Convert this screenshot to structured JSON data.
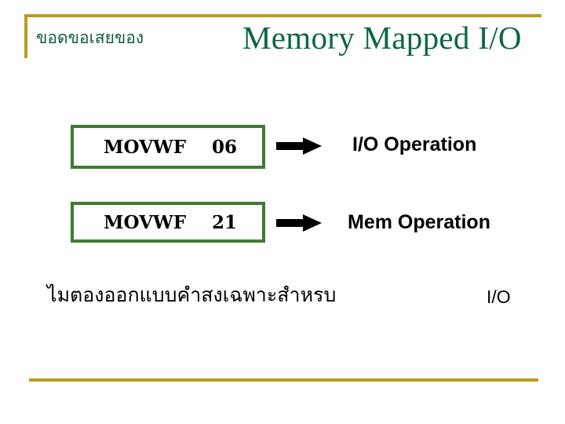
{
  "slide": {
    "header": {
      "thai_subtitle": "ขอดขอเสยของ",
      "title": "Memory Mapped I/O",
      "title_color": "#0d6647",
      "rule_color": "#bd9b22"
    },
    "diagram": {
      "box_border_color": "#3f7a33",
      "arrow_color": "#000000",
      "rows": [
        {
          "mnemonic": "MOVWF",
          "operand": "06",
          "arrow": "right-arrow-icon",
          "result": "I/O Operation"
        },
        {
          "mnemonic": "MOVWF",
          "operand": "21",
          "arrow": "right-arrow-icon",
          "result": "Mem Operation"
        }
      ]
    },
    "note": {
      "thai_text": "ไมตองออกแบบคำสงเฉพาะสำหรบ",
      "trailing_text": "I/O"
    }
  }
}
